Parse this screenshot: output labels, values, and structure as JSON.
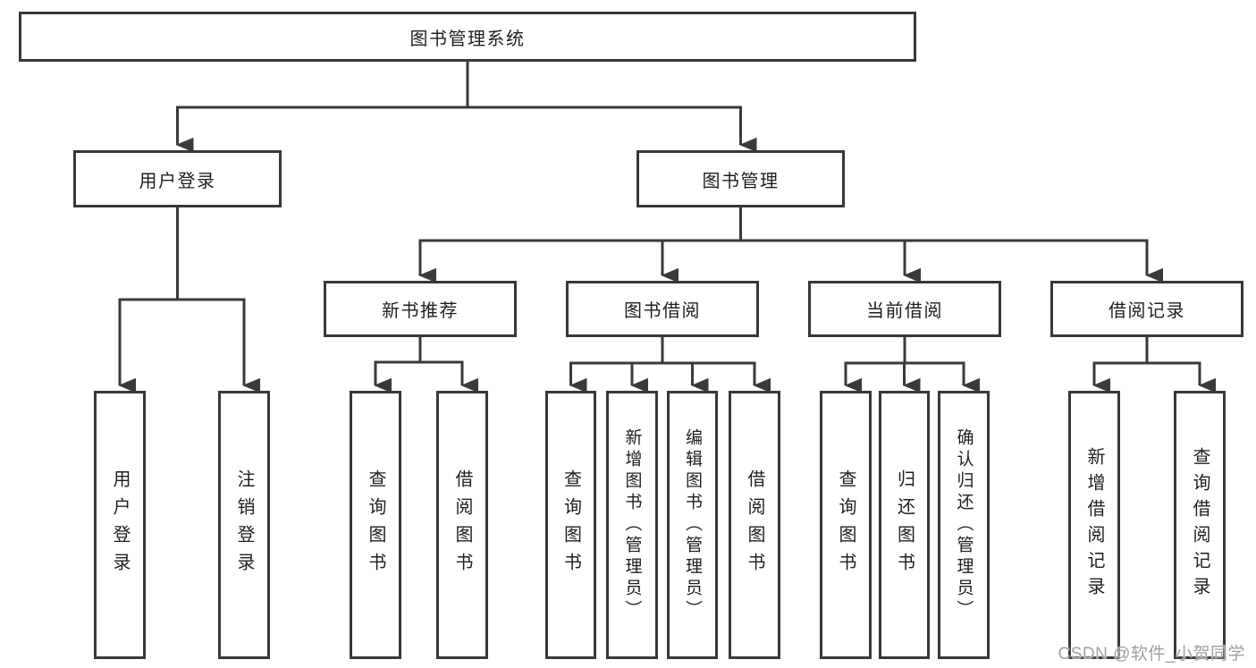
{
  "diagram": {
    "root": {
      "label": "图书管理系统"
    },
    "level2": [
      {
        "id": "user-login",
        "label": "用户登录"
      },
      {
        "id": "book-management",
        "label": "图书管理"
      }
    ],
    "level3": [
      {
        "id": "new-book-recommend",
        "label": "新书推荐"
      },
      {
        "id": "book-borrowing",
        "label": "图书借阅"
      },
      {
        "id": "current-borrowing",
        "label": "当前借阅"
      },
      {
        "id": "borrow-records",
        "label": "借阅记录"
      }
    ],
    "leaves": {
      "user_login": [
        "用户登录",
        "注销登录"
      ],
      "new_book_recommend": [
        "查询图书",
        "借阅图书"
      ],
      "book_borrowing": [
        "查询图书",
        "新增图书（管理员）",
        "编辑图书（管理员）",
        "借阅图书"
      ],
      "current_borrowing": [
        "查询图书",
        "归还图书",
        "确认归还（管理员）"
      ],
      "borrow_records": [
        "新增借阅记录",
        "查询借阅记录"
      ]
    },
    "colors": {
      "line": "#3a3a3a",
      "box_border": "#383838",
      "text": "#1f1f1f",
      "background": "#ffffff",
      "watermark": "#a0a0a0"
    }
  },
  "watermark": {
    "text": "CSDN @软件_小贺同学"
  }
}
